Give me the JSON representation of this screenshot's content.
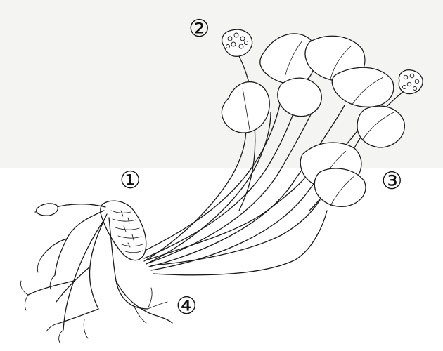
{
  "labels": {
    "rhizome": "①",
    "flower": "②",
    "leaf": "③",
    "root": "④"
  },
  "colors": {
    "background_top": "#f4f4f2",
    "background_bottom": "#ffffff",
    "ink": "#1a1a1a"
  },
  "illustration": "line-drawing"
}
